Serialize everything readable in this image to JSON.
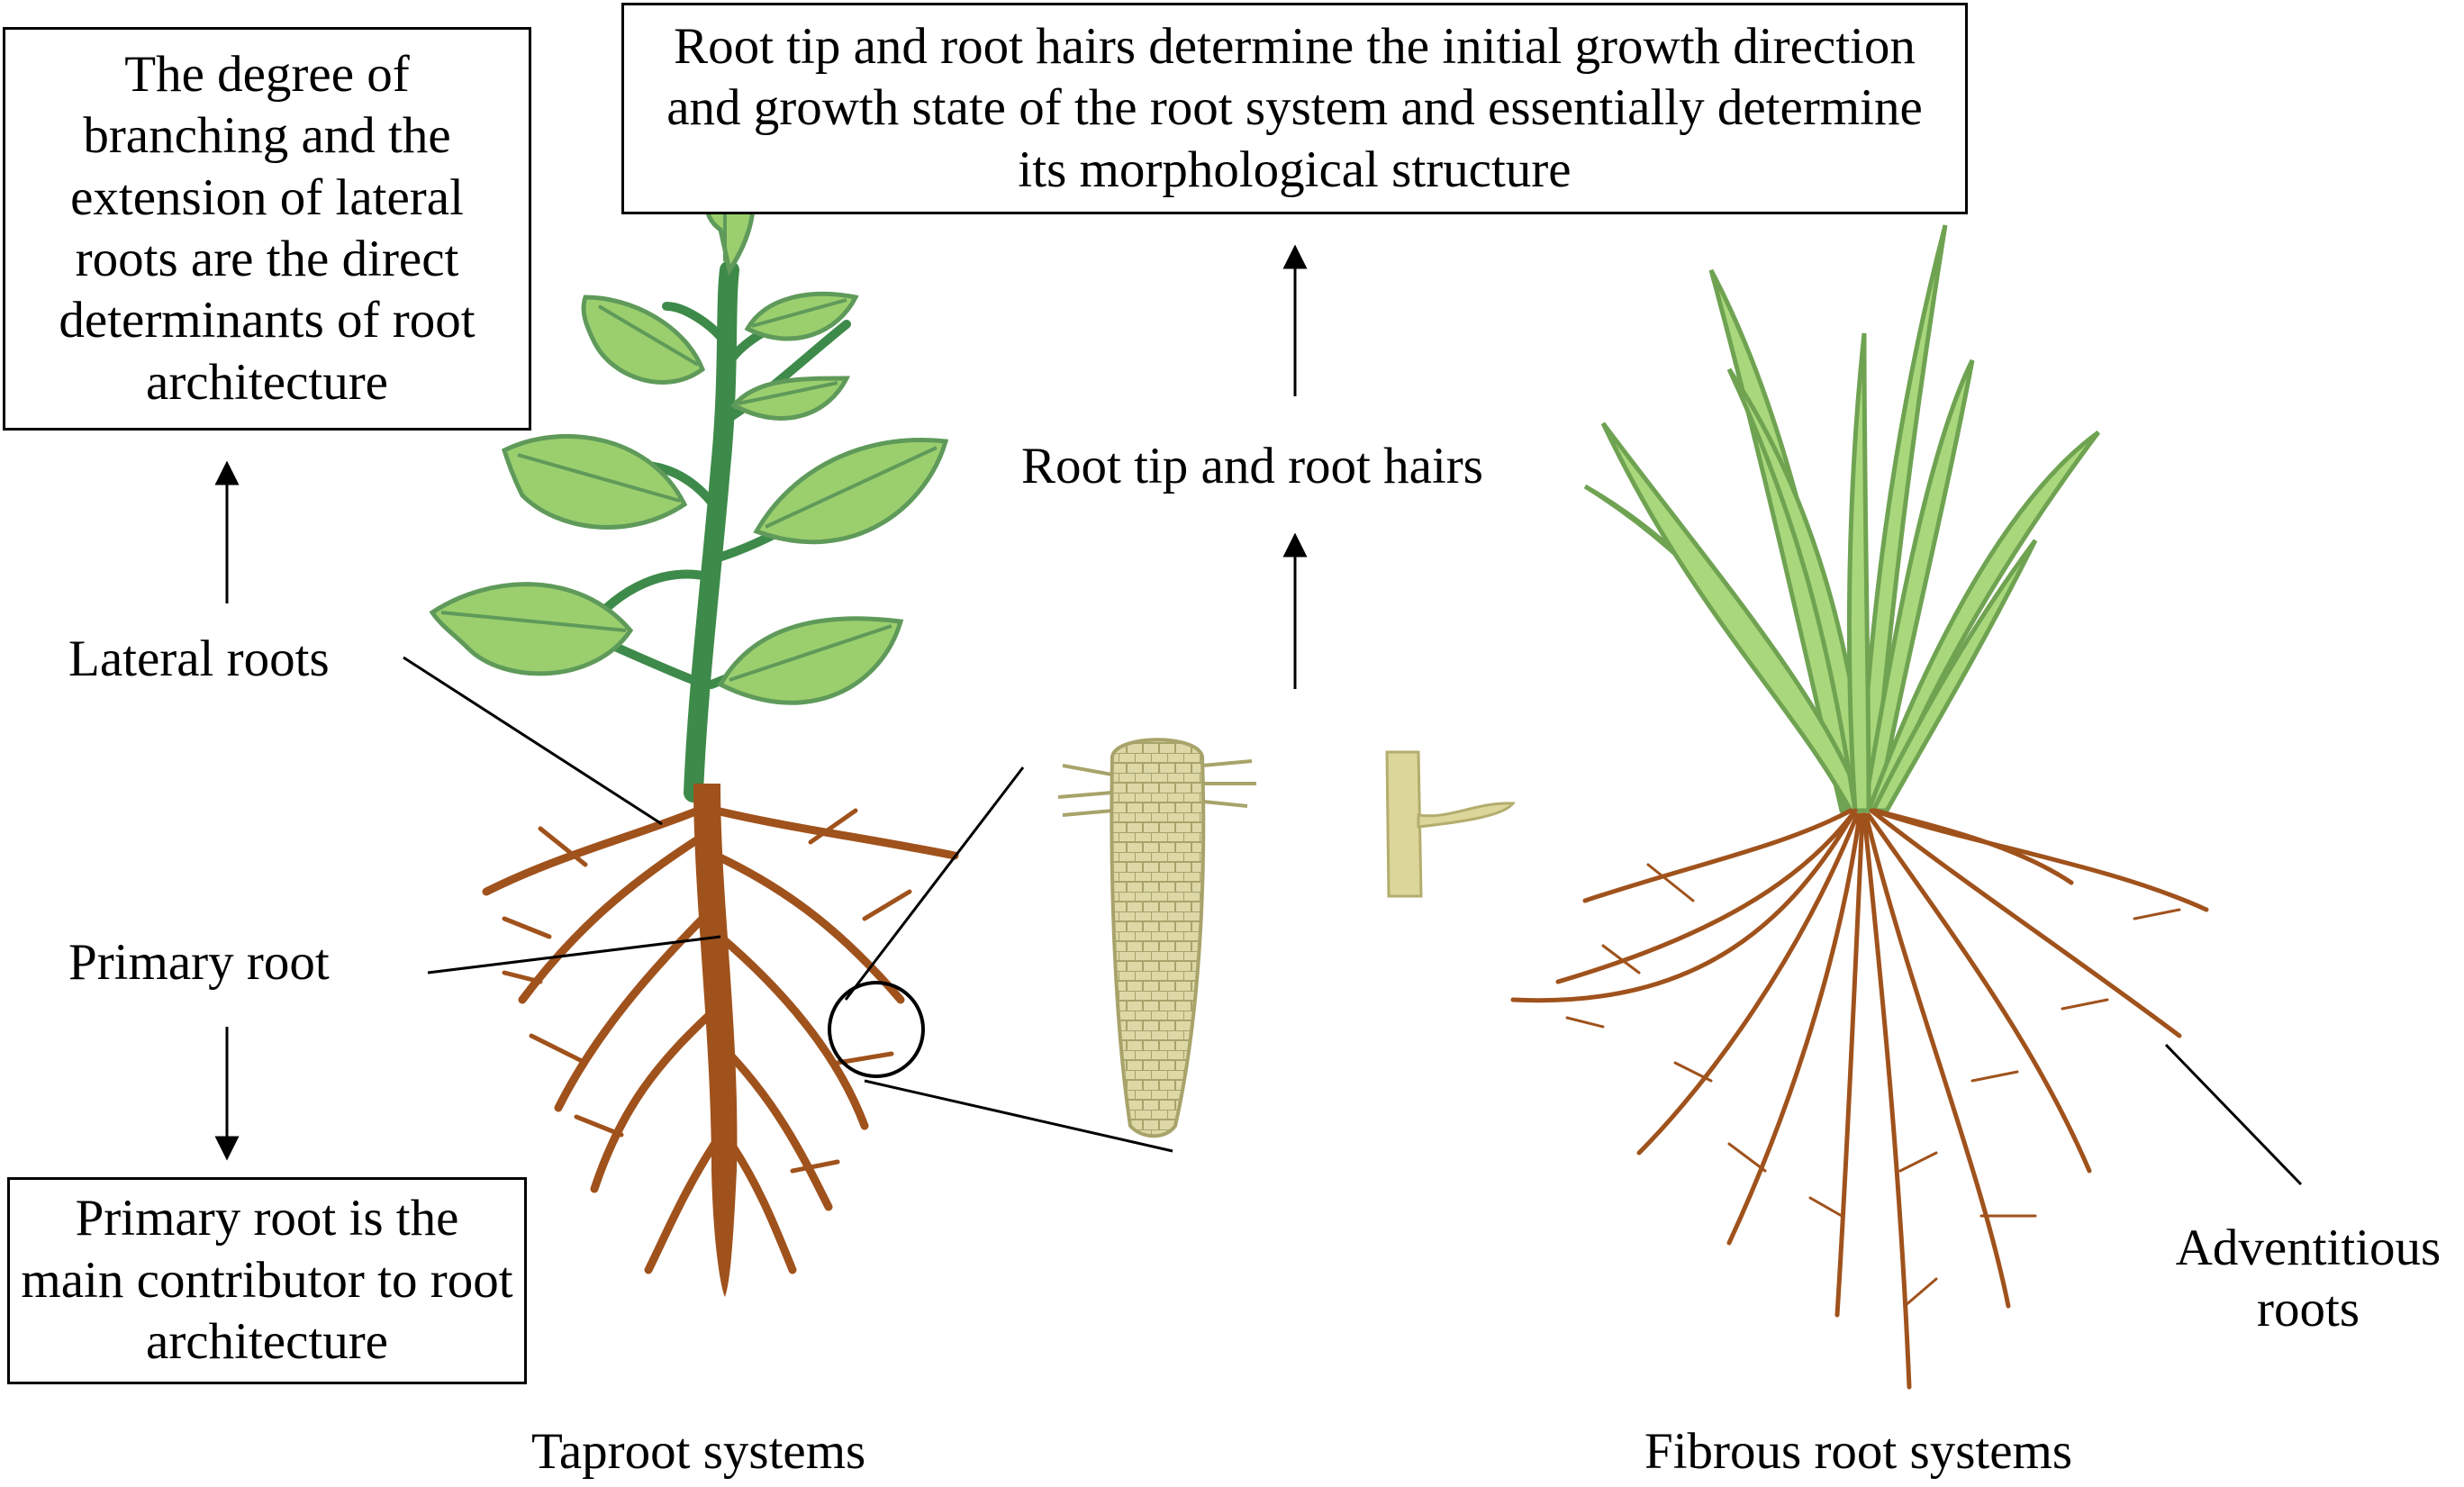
{
  "boxes": {
    "lateral_text": "The degree of branching and the extension of lateral roots are the direct determinants of root architecture",
    "root_tip_text": "Root tip and root hairs determine the initial growth direction and growth state of the root system and essentially determine its morphological structure",
    "primary_text": "Primary root is the main contributor to root architecture"
  },
  "labels": {
    "lateral_roots": "Lateral roots",
    "primary_root": "Primary root",
    "root_tip_hairs": "Root tip and root hairs",
    "adventitious_line1": "Adventitious",
    "adventitious_line2": "roots"
  },
  "captions": {
    "taproot": "Taproot systems",
    "fibrous": "Fibrous root systems"
  },
  "colors": {
    "leaf_fill": "#9bcf6e",
    "leaf_vein": "#5f9a5a",
    "stem": "#3e8a4a",
    "root": "#a0521c",
    "grass": "#a9d77c",
    "grass_stroke": "#6fa352",
    "root_tip": "#d8d39a"
  }
}
